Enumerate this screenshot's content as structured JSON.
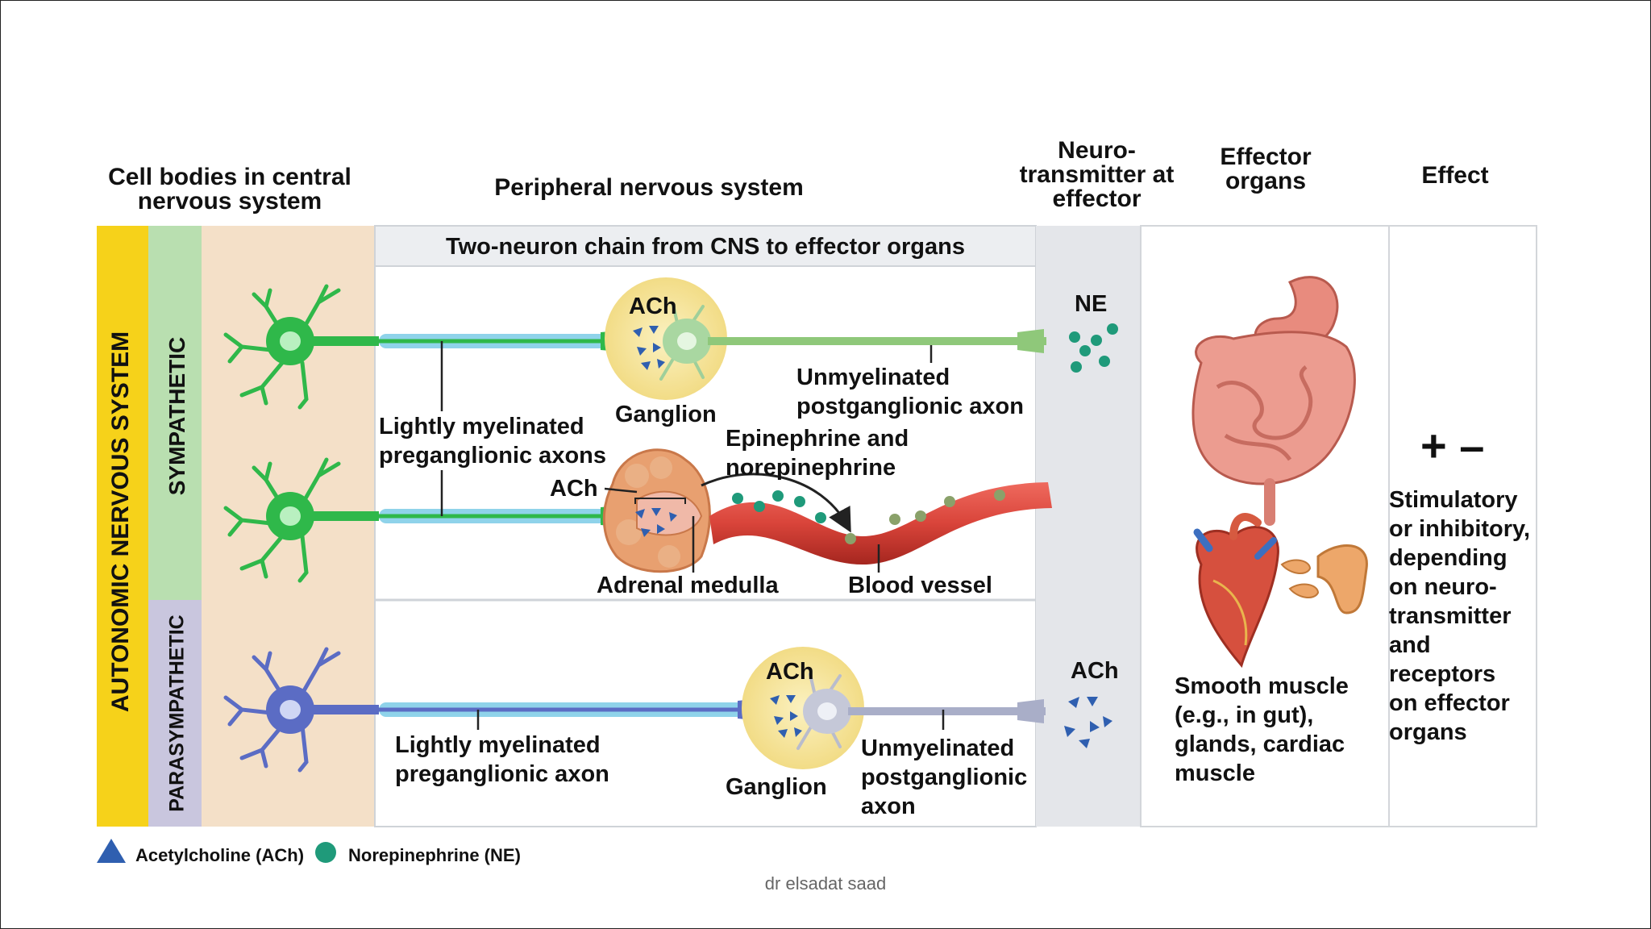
{
  "headers": {
    "cns": "Cell bodies in central nervous system",
    "pns": "Peripheral nervous system",
    "neurotransmitter": "Neuro- transmitter at effector",
    "effector_organs": "Effector organs",
    "effect": "Effect"
  },
  "band_title": "Two-neuron chain from CNS to effector organs",
  "side_labels": {
    "ans": "AUTONOMIC NERVOUS SYSTEM",
    "sympathetic": "SYMPATHETIC",
    "parasympathetic": "PARASYMPATHETIC"
  },
  "labels": {
    "ach_ganglion_1": "ACh",
    "ganglion_1": "Ganglion",
    "unmyelinated_1a": "Unmyelinated",
    "unmyelinated_1b": "postganglionic axon",
    "preganglionic_a": "Lightly myelinated",
    "preganglionic_b": "preganglionic axons",
    "epi_a": "Epinephrine and",
    "epi_b": "norepinephrine",
    "ach_adrenal": "ACh",
    "adrenal": "Adrenal medulla",
    "blood": "Blood vessel",
    "ne_effector": "NE",
    "ach_ganglion_2": "ACh",
    "ganglion_2": "Ganglion",
    "pre2_a": "Lightly myelinated",
    "pre2_b": "preganglionic axon",
    "unmy2_a": "Unmyelinated",
    "unmy2_b": "postganglionic",
    "unmy2_c": "axon",
    "ach_effector": "ACh"
  },
  "effector_text": [
    "Smooth muscle",
    "(e.g., in gut),",
    "glands, cardiac",
    "muscle"
  ],
  "effect_signs": "+ –",
  "effect_text": [
    "Stimulatory",
    "or inhibitory,",
    "depending",
    "on neuro-",
    "transmitter",
    "and",
    "receptors",
    "on effector",
    "organs"
  ],
  "legend": {
    "ach": "Acetylcholine  (ACh)",
    "ne": "Norepinephrine  (NE)"
  },
  "footer": "dr elsadat saad",
  "colors": {
    "ans_bar": "#f6d21a",
    "symp_bar": "#b9dfb0",
    "para_bar": "#c9c6de",
    "cns_panel": "#f4e0c8",
    "nt_panel": "#e4e6ea",
    "band": "#eceef1",
    "symp_neuron": "#2fb84a",
    "para_neuron": "#5b6cc4",
    "myelin": "#8fd3ea",
    "ganglion": "#f7e7a0",
    "blood": "#d9443a",
    "ne_dot": "#1f9a7a",
    "ach_tri": "#2f5fb0"
  },
  "icons": [
    "neuron-icon",
    "ganglion-icon",
    "adrenal-gland-icon",
    "blood-vessel-icon",
    "stomach-intestine-icon",
    "heart-icon",
    "pancreas-icon",
    "acetylcholine-triangle-icon",
    "norepinephrine-dot-icon"
  ]
}
